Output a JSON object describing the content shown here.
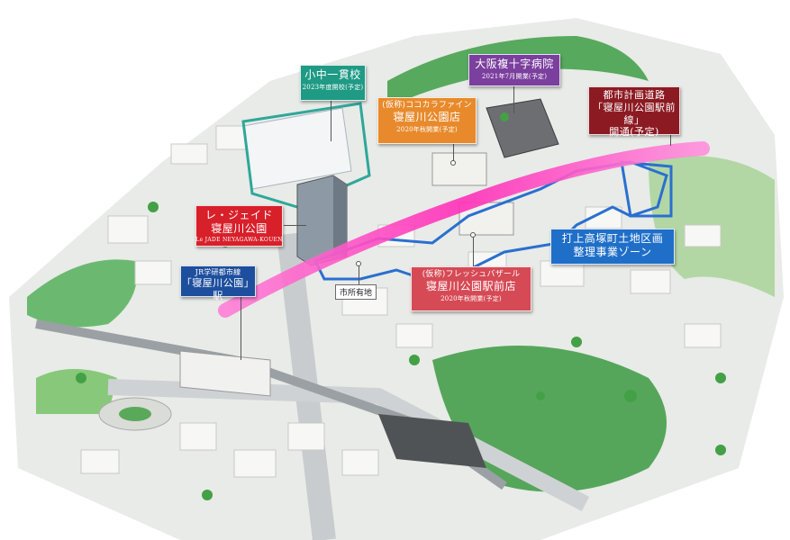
{
  "labels": {
    "school": {
      "title": "小中一貫校",
      "sub": "2023年度開校(予定)",
      "color": "#1f9a85"
    },
    "hospital": {
      "title": "大阪複十字病院",
      "sub": "2021年7月開業(予定)",
      "color": "#7b3f9e"
    },
    "cocokara": {
      "pre": "(仮称)ココカラファイン",
      "title": "寝屋川公園店",
      "sub": "2020年秋開業(予定)",
      "color": "#e88a2c"
    },
    "road": {
      "line1": "都市計画道路",
      "line2": "「寝屋川公園駅前線」",
      "line3": "開通(予定)",
      "color": "#8c1a22"
    },
    "lejade": {
      "line1": "レ・ジェイド",
      "line2": "寝屋川公園",
      "mini": "Le JADE NEYAGAWA-KOUEN",
      "color": "#d8202a"
    },
    "station": {
      "line1": "JR学研都市線",
      "line2": "「寝屋川公園」駅",
      "color": "#1d4f9e"
    },
    "zone": {
      "line1": "打上高塚町土地区画",
      "line2": "整理事業ゾーン",
      "color": "#1f6fc8"
    },
    "fresh": {
      "pre": "(仮称)フレッシュバザール",
      "title": "寝屋川公園駅前店",
      "sub": "2020年秋開業(予定)",
      "color": "#d64a55"
    }
  },
  "tags": {
    "city_land": "市所有地"
  },
  "colors": {
    "road_highlight": "#ff2fb8",
    "zone_outline": "#2a6fd0",
    "greenery": "#2f9a3e",
    "ground": "#e9ece8"
  }
}
